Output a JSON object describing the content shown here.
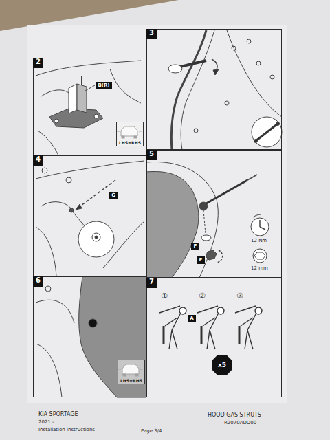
{
  "diagram": {
    "nodes": [
      {
        "text": [
          "2"
        ]
      },
      {
        "text": [
          "B(R)"
        ],
        "in": 0
      },
      {
        "text": [
          "LHS=RHS"
        ],
        "in": 0
      },
      {
        "text": [
          "3"
        ]
      },
      {
        "text": [
          "4"
        ]
      },
      {
        "text": [
          "G"
        ],
        "in": 4
      },
      {
        "text": [
          "5"
        ]
      },
      {
        "text": [
          "F"
        ],
        "in": 6
      },
      {
        "text": [
          "E"
        ],
        "in": 6
      },
      {
        "text": [
          "6"
        ]
      },
      {
        "text": [
          "LHS=RHS"
        ],
        "in": 9
      },
      {
        "text": [
          "7"
        ]
      },
      {
        "text": [
          "A"
        ],
        "in": 11
      },
      {
        "text": [
          "x5"
        ],
        "in": 11
      }
    ],
    "labels": [
      "12 Nm",
      "12 mm",
      "①",
      "②",
      "③",
      "KIA SPORTAGE",
      "2021 -",
      "Installation instructions",
      "Page 3/4",
      "HOOD GAS STRUTS",
      "R2070ADD00"
    ]
  }
}
